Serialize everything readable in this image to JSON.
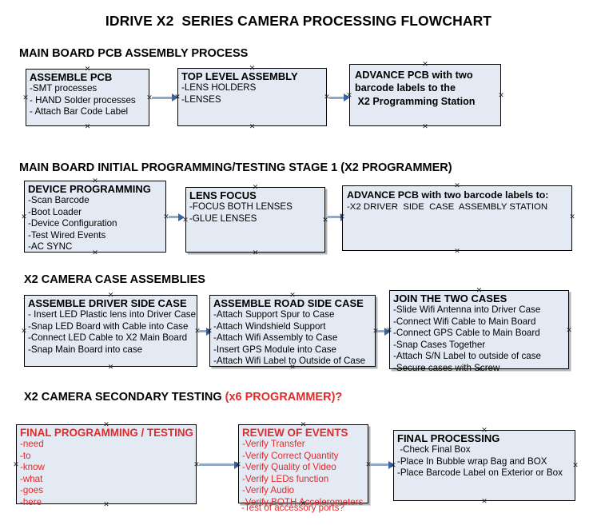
{
  "title": "IDRIVE X2  SERIES CAMERA PROCESSING FLOWCHART",
  "colors": {
    "box_fill": "#e4eaf4",
    "box_border": "#000000",
    "arrow_line": "#8fa9c4",
    "arrow_head": "#3a63a8",
    "text": "#000000",
    "accent_red": "#e02b2b"
  },
  "sections": [
    {
      "heading": "MAIN BOARD PCB ASSEMBLY PROCESS",
      "heading_accent": "",
      "boxes": [
        {
          "title": "ASSEMBLE PCB",
          "lines": [
            "-SMT processes",
            "- HAND Solder processes",
            "- Attach Bar Code Label"
          ]
        },
        {
          "title": "TOP LEVEL ASSEMBLY",
          "lines": [
            "-LENS HOLDERS",
            "-LENSES"
          ]
        },
        {
          "title": "ADVANCE PCB with two",
          "lines": [
            "barcode labels to the",
            " X2 Programming Station"
          ]
        }
      ]
    },
    {
      "heading": "MAIN BOARD INITIAL PROGRAMMING/TESTING STAGE 1 (X2 PROGRAMMER)",
      "heading_accent": "",
      "boxes": [
        {
          "title": "DEVICE PROGRAMMING",
          "lines": [
            "-Scan Barcode",
            "-Boot Loader",
            "-Device Configuration",
            "-Test Wired Events",
            "-AC SYNC"
          ]
        },
        {
          "title": "LENS FOCUS",
          "lines": [
            "-FOCUS BOTH LENSES",
            "-GLUE LENSES"
          ]
        },
        {
          "title": "ADVANCE PCB with two barcode labels to:",
          "lines": [
            "-X2 DRIVER  SIDE  CASE  ASSEMBLY STATION"
          ]
        }
      ]
    },
    {
      "heading": "X2 CAMERA CASE ASSEMBLIES",
      "heading_accent": "",
      "boxes": [
        {
          "title": "ASSEMBLE DRIVER SIDE CASE",
          "lines": [
            "- Insert LED Plastic lens into Driver Case",
            "-Snap LED Board with Cable into Case",
            "-Connect LED Cable to X2 Main Board",
            "-Snap Main Board into case"
          ]
        },
        {
          "title": "ASSEMBLE ROAD SIDE CASE",
          "lines": [
            "-Attach Support Spur to Case",
            "-Attach Windshield Support",
            "-Attach Wifi Assembly to Case",
            "-Insert GPS Module into Case",
            "-Attach Wifi Label to Outside of Case"
          ]
        },
        {
          "title": "JOIN THE TWO CASES",
          "lines": [
            "-Slide Wifi Antenna into Driver Case",
            "-Connect Wifi Cable to Main Board",
            "-Connect GPS Cable to Main Board",
            "-Snap Cases Together",
            "-Attach S/N Label to outside of case",
            "-Secure cases with Screw"
          ]
        }
      ]
    },
    {
      "heading": "X2 CAMERA SECONDARY TESTING ",
      "heading_accent": "(x6 PROGRAMMER)?",
      "boxes": [
        {
          "title": "FINAL PROGRAMMING / TESTING",
          "lines": [
            "-need",
            "-to",
            "-know",
            "-what",
            "-goes",
            "-here"
          ]
        },
        {
          "title": "REVIEW OF EVENTS",
          "lines": [
            "-Verify Transfer",
            "-Verify Correct Quantity",
            "-Verify Quality of Video",
            "-Verify LEDs function",
            "-Verify Audio",
            "-Verify BOTH Accelerometers"
          ],
          "overflow_line": "-Test of accessory ports?"
        },
        {
          "title": "FINAL PROCESSING",
          "lines": [
            " -Check Final Box",
            "-Place In Bubble wrap Bag and BOX",
            "-Place Barcode Label on Exterior or Box"
          ]
        }
      ]
    }
  ]
}
